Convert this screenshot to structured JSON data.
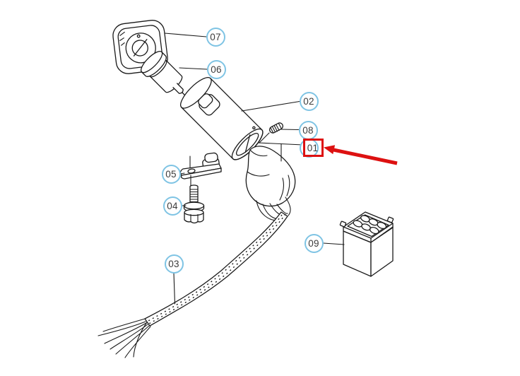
{
  "diagram": {
    "callouts": [
      {
        "label": "01"
      },
      {
        "label": "02"
      },
      {
        "label": "03"
      },
      {
        "label": "04"
      },
      {
        "label": "05"
      },
      {
        "label": "06"
      },
      {
        "label": "07"
      },
      {
        "label": "08"
      },
      {
        "label": "09"
      }
    ],
    "highlight": {
      "target_label": "01",
      "box_color": "#DD1111",
      "arrow_color": "#DD1111"
    },
    "style": {
      "callout_border_color": "#7FC4E4",
      "callout_text_color": "#3B3B3B",
      "line_color": "#1A1A1A",
      "background_color": "#FFFFFF"
    }
  }
}
